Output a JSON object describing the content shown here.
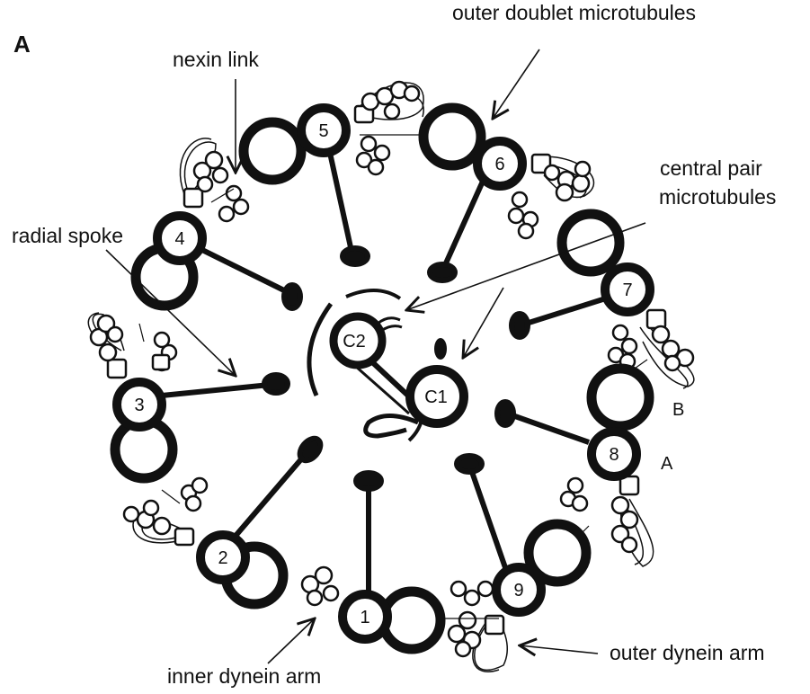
{
  "diagram": {
    "panel_label": "A",
    "labels": {
      "outer_doublet": "outer doublet microtubules",
      "nexin_link": "nexin link",
      "central_pair_line1": "central pair",
      "central_pair_line2": "microtubules",
      "radial_spoke": "radial spoke",
      "outer_dynein_arm": "outer dynein arm",
      "inner_dynein_arm": "inner dynein arm"
    },
    "tubule_labels": {
      "b": "B",
      "a": "A"
    },
    "doublets": [
      "1",
      "2",
      "3",
      "4",
      "5",
      "6",
      "7",
      "8",
      "9"
    ],
    "central_pair": [
      "C1",
      "C2"
    ],
    "colors": {
      "ink": "#111111",
      "background": "#ffffff"
    }
  }
}
